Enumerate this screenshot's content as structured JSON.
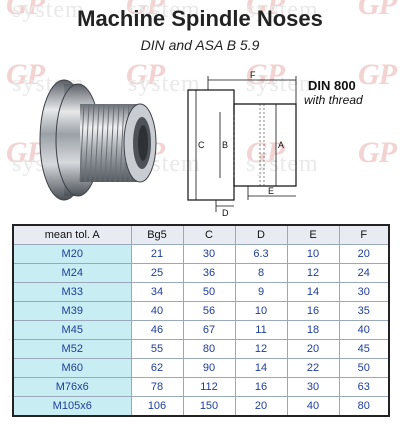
{
  "header": {
    "title": "Machine Spindle Noses",
    "subtitle": "DIN and ASA B 5.9"
  },
  "drawing": {
    "standard_label": "DIN 800",
    "standard_sub": "with thread",
    "dimension_labels": [
      "F",
      "C",
      "B",
      "A",
      "E",
      "D"
    ]
  },
  "watermark": {
    "logo": "GP",
    "text": "system"
  },
  "table": {
    "columns": [
      "mean tol. A",
      "Bg5",
      "C",
      "D",
      "E",
      "F"
    ],
    "rows": [
      [
        "M20",
        "21",
        "30",
        "6.3",
        "10",
        "20"
      ],
      [
        "M24",
        "25",
        "36",
        "8",
        "12",
        "24"
      ],
      [
        "M33",
        "34",
        "50",
        "9",
        "14",
        "30"
      ],
      [
        "M39",
        "40",
        "56",
        "10",
        "16",
        "35"
      ],
      [
        "M45",
        "46",
        "67",
        "11",
        "18",
        "40"
      ],
      [
        "M52",
        "55",
        "80",
        "12",
        "20",
        "45"
      ],
      [
        "M60",
        "62",
        "90",
        "14",
        "22",
        "50"
      ],
      [
        "M76x6",
        "78",
        "112",
        "16",
        "30",
        "63"
      ],
      [
        "M105x6",
        "106",
        "150",
        "20",
        "40",
        "80"
      ]
    ]
  }
}
